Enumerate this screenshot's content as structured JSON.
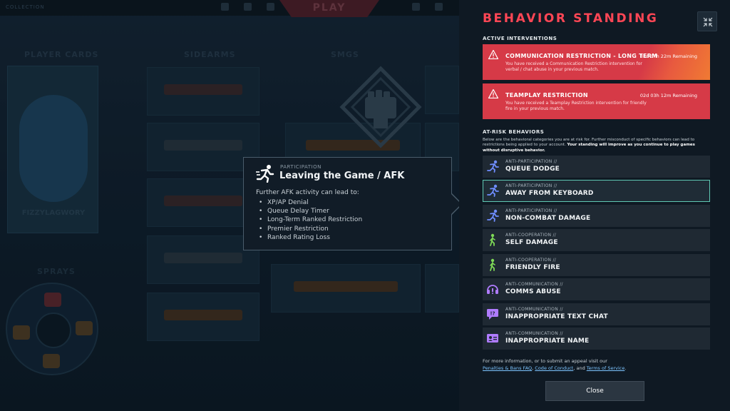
{
  "background": {
    "top_tab": "COLLECTION",
    "play_label": "PLAY",
    "columns": [
      "PLAYER CARDS",
      "SIDEARMS",
      "SMGS"
    ],
    "player_name": "FIZZYLAGWORY",
    "sprays_label": "SPRAYS"
  },
  "tooltip": {
    "category": "PARTICIPATION",
    "title": "Leaving the Game / AFK",
    "intro": "Further AFK activity can lead to:",
    "consequences": [
      "XP/AP Denial",
      "Queue Delay Timer",
      "Long-Term Ranked Restriction",
      "Premier Restriction",
      "Ranked Rating Loss"
    ]
  },
  "panel": {
    "title": "BEHAVIOR STANDING",
    "active_label": "ACTIVE INTERVENTIONS",
    "interventions": [
      {
        "title": "COMMUNICATION RESTRICTION - LONG TERM",
        "remaining": "31d 07h 22m Remaining",
        "description": "You have received a Communication Restriction intervention for verbal / chat abuse in your previous match."
      },
      {
        "title": "TEAMPLAY RESTRICTION",
        "remaining": "02d 03h 12m Remaining",
        "description": "You have received a Teamplay Restriction intervention for friendly fire in your previous match."
      }
    ],
    "at_risk_label": "AT-RISK BEHAVIORS",
    "at_risk_desc": "Below are the behavioral categories you are at risk for. Further misconduct of specific behaviors can lead to restrictions being applied to your account.",
    "at_risk_desc_bold": "Your standing will improve as you continue to play games without disruptive behavior.",
    "behaviors": [
      {
        "category": "ANTI-PARTICIPATION  //",
        "name": "QUEUE DODGE",
        "icon": "running-person-icon"
      },
      {
        "category": "ANTI-PARTICIPATION  //",
        "name": "AWAY FROM KEYBOARD",
        "icon": "running-person-icon"
      },
      {
        "category": "ANTI-PARTICIPATION  //",
        "name": "NON-COMBAT DAMAGE",
        "icon": "running-person-icon"
      },
      {
        "category": "ANTI-COOPERATION  //",
        "name": "SELF DAMAGE",
        "icon": "walking-person-icon"
      },
      {
        "category": "ANTI-COOPERATION  //",
        "name": "FRIENDLY FIRE",
        "icon": "walking-person-icon"
      },
      {
        "category": "ANTI-COMMUNICATION  //",
        "name": "COMMS ABUSE",
        "icon": "headset-icon"
      },
      {
        "category": "ANTI-COMMUNICATION  //",
        "name": "INAPPROPRIATE TEXT CHAT",
        "icon": "chat-bubble-icon"
      },
      {
        "category": "ANTI-COMMUNICATION  //",
        "name": "INAPPROPRIATE NAME",
        "icon": "id-card-icon"
      }
    ],
    "footer_text": "For more information, or to submit an appeal visit our",
    "footer_link1": "Penalties & Bans FAQ",
    "footer_sep1": ", ",
    "footer_link2": "Code of Conduct",
    "footer_sep2": ", and ",
    "footer_link3": "Terms of Service",
    "footer_end": ".",
    "close_label": "Close"
  },
  "colors": {
    "accent_red": "#ff4655",
    "intervention_red": "#d63a47",
    "selected_border": "#5fc8b3",
    "participation_icon": "#6f8dff",
    "cooperation_icon": "#7ed957",
    "communication_icon": "#b07cff"
  }
}
